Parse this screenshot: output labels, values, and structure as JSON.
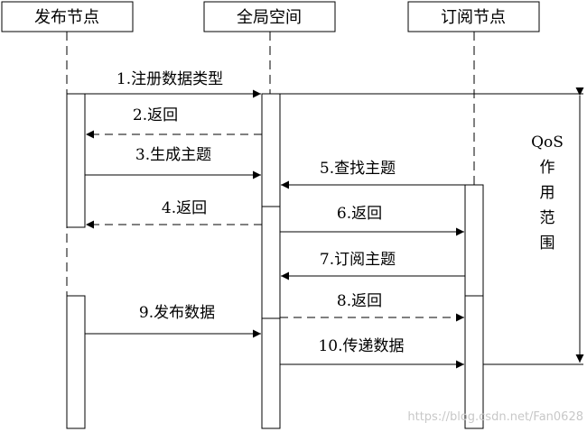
{
  "participants": [
    {
      "id": "publisher",
      "name": "发布节点"
    },
    {
      "id": "global",
      "name": "全局空间"
    },
    {
      "id": "subscriber",
      "name": "订阅节点"
    }
  ],
  "messages": [
    {
      "label": "1.注册数据类型",
      "from": "publisher",
      "to": "global",
      "style": "solid"
    },
    {
      "label": "2.返回",
      "from": "global",
      "to": "publisher",
      "style": "dashed"
    },
    {
      "label": "3.生成主题",
      "from": "publisher",
      "to": "global",
      "style": "solid"
    },
    {
      "label": "4.返回",
      "from": "global",
      "to": "publisher",
      "style": "dashed"
    },
    {
      "label": "5.查找主题",
      "from": "subscriber",
      "to": "global",
      "style": "solid"
    },
    {
      "label": "6.返回",
      "from": "global",
      "to": "subscriber",
      "style": "solid"
    },
    {
      "label": "7.订阅主题",
      "from": "subscriber",
      "to": "global",
      "style": "solid"
    },
    {
      "label": "8.返回",
      "from": "global",
      "to": "subscriber",
      "style": "dashed"
    },
    {
      "label": "9.发布数据",
      "from": "publisher",
      "to": "global",
      "style": "solid"
    },
    {
      "label": "10.传递数据",
      "from": "global",
      "to": "subscriber",
      "style": "solid"
    }
  ],
  "qos": {
    "line1": "QoS",
    "line2": "作",
    "line3": "用",
    "line4": "范",
    "line5": "围"
  },
  "watermark": "https://blog.csdn.net/Fan0628",
  "colors": {
    "line": "#000000",
    "background": "#ffffff",
    "watermark": "#c8c8c8"
  }
}
